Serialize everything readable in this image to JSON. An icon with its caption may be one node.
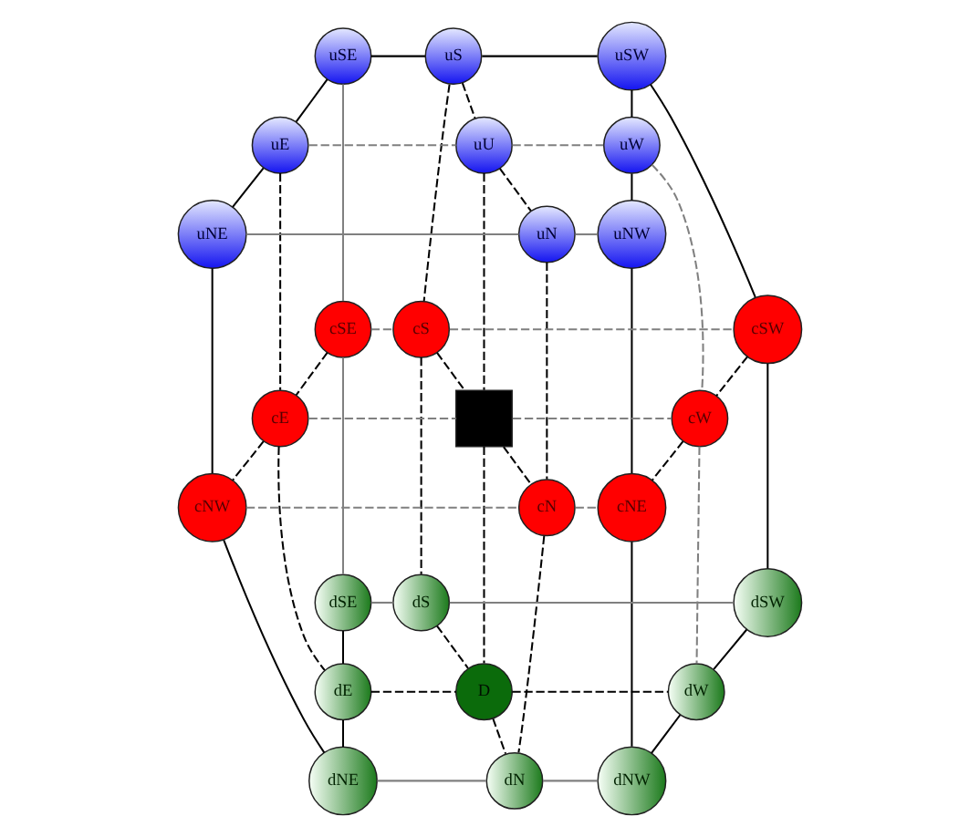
{
  "diagram": {
    "nodes": [
      {
        "text": [
          "uSE"
        ]
      },
      {
        "text": [
          "uS"
        ]
      },
      {
        "text": [
          "uSW"
        ]
      },
      {
        "text": [
          "uE"
        ]
      },
      {
        "text": [
          "uU"
        ]
      },
      {
        "text": [
          "uW"
        ]
      },
      {
        "text": [
          "uNE"
        ]
      },
      {
        "text": [
          "uN"
        ]
      },
      {
        "text": [
          "uNW"
        ]
      },
      {
        "text": [
          "cSE"
        ]
      },
      {
        "text": [
          "cS"
        ]
      },
      {
        "text": [
          "cSW"
        ]
      },
      {
        "text": [
          "cE"
        ]
      },
      {
        "text": [],
        "shape": "box"
      },
      {
        "text": [
          "cW"
        ]
      },
      {
        "text": [
          "cNW"
        ]
      },
      {
        "text": [
          "cN"
        ]
      },
      {
        "text": [
          "cNE"
        ]
      },
      {
        "text": [
          "dSE"
        ]
      },
      {
        "text": [
          "dS"
        ]
      },
      {
        "text": [
          "dSW"
        ]
      },
      {
        "text": [
          "dE"
        ]
      },
      {
        "text": [
          "D"
        ]
      },
      {
        "text": [
          "dW"
        ]
      },
      {
        "text": [
          "dNE"
        ]
      },
      {
        "text": [
          "dN"
        ]
      },
      {
        "text": [
          "dNW"
        ]
      }
    ],
    "edges": [
      {
        "from": 0,
        "to": 1,
        "arrow": "none"
      },
      {
        "from": 1,
        "to": 2,
        "arrow": "none"
      },
      {
        "from": 3,
        "to": 4,
        "arrow": "none",
        "style": "dashed",
        "color": "#808080"
      },
      {
        "from": 4,
        "to": 5,
        "arrow": "none",
        "style": "dashed",
        "color": "#808080"
      },
      {
        "from": 6,
        "to": 7,
        "arrow": "none",
        "color": "#808080"
      },
      {
        "from": 7,
        "to": 8,
        "arrow": "none",
        "color": "#808080"
      },
      {
        "from": 0,
        "to": 3,
        "arrow": "none"
      },
      {
        "from": 3,
        "to": 6,
        "arrow": "none"
      },
      {
        "from": 1,
        "to": 4,
        "arrow": "none",
        "style": "dashed"
      },
      {
        "from": 4,
        "to": 7,
        "arrow": "none",
        "style": "dashed"
      },
      {
        "from": 2,
        "to": 5,
        "arrow": "none"
      },
      {
        "from": 5,
        "to": 8,
        "arrow": "none"
      },
      {
        "from": 0,
        "to": 9,
        "arrow": "none",
        "color": "#808080"
      },
      {
        "from": 1,
        "to": 10,
        "arrow": "none",
        "style": "dashed"
      },
      {
        "from": 2,
        "to": 11,
        "arrow": "none"
      },
      {
        "from": 3,
        "to": 12,
        "arrow": "none",
        "style": "dashed"
      },
      {
        "from": 4,
        "to": 13,
        "arrow": "none",
        "style": "dashed"
      },
      {
        "from": 5,
        "to": 14,
        "arrow": "none",
        "style": "dashed",
        "color": "#808080"
      },
      {
        "from": 6,
        "to": 15,
        "arrow": "none"
      },
      {
        "from": 7,
        "to": 16,
        "arrow": "none",
        "style": "dashed"
      },
      {
        "from": 8,
        "to": 17,
        "arrow": "none"
      },
      {
        "from": 9,
        "to": 10,
        "arrow": "none",
        "style": "dashed",
        "color": "#808080"
      },
      {
        "from": 10,
        "to": 11,
        "arrow": "none",
        "style": "dashed",
        "color": "#808080"
      },
      {
        "from": 12,
        "to": 13,
        "arrow": "none",
        "style": "dashed",
        "color": "#808080"
      },
      {
        "from": 13,
        "to": 14,
        "arrow": "none",
        "style": "dashed",
        "color": "#808080"
      },
      {
        "from": 15,
        "to": 16,
        "arrow": "none",
        "style": "dashed",
        "color": "#808080"
      },
      {
        "from": 16,
        "to": 17,
        "arrow": "none",
        "style": "dashed",
        "color": "#808080"
      },
      {
        "from": 9,
        "to": 12,
        "arrow": "none",
        "style": "dashed"
      },
      {
        "from": 12,
        "to": 15,
        "arrow": "none",
        "style": "dashed"
      },
      {
        "from": 10,
        "to": 13,
        "arrow": "none",
        "style": "dashed"
      },
      {
        "from": 13,
        "to": 16,
        "arrow": "none",
        "style": "dashed"
      },
      {
        "from": 11,
        "to": 14,
        "arrow": "none",
        "style": "dashed"
      },
      {
        "from": 14,
        "to": 17,
        "arrow": "none",
        "style": "dashed"
      },
      {
        "from": 9,
        "to": 18,
        "arrow": "none",
        "color": "#808080"
      },
      {
        "from": 10,
        "to": 19,
        "arrow": "none",
        "style": "dashed"
      },
      {
        "from": 11,
        "to": 20,
        "arrow": "none"
      },
      {
        "from": 12,
        "to": 21,
        "arrow": "none",
        "style": "dashed"
      },
      {
        "from": 13,
        "to": 22,
        "arrow": "none",
        "style": "dashed"
      },
      {
        "from": 14,
        "to": 23,
        "arrow": "none",
        "style": "dashed",
        "color": "#808080"
      },
      {
        "from": 15,
        "to": 24,
        "arrow": "none"
      },
      {
        "from": 16,
        "to": 25,
        "arrow": "none",
        "style": "dashed"
      },
      {
        "from": 17,
        "to": 26,
        "arrow": "none"
      },
      {
        "from": 18,
        "to": 19,
        "arrow": "none",
        "color": "#808080"
      },
      {
        "from": 19,
        "to": 20,
        "arrow": "none",
        "color": "#808080"
      },
      {
        "from": 21,
        "to": 22,
        "arrow": "none",
        "style": "dashed"
      },
      {
        "from": 22,
        "to": 23,
        "arrow": "none",
        "style": "dashed"
      },
      {
        "from": 24,
        "to": 25,
        "arrow": "none",
        "color": "#808080"
      },
      {
        "from": 25,
        "to": 26,
        "arrow": "none",
        "color": "#808080"
      },
      {
        "from": 18,
        "to": 21,
        "arrow": "none"
      },
      {
        "from": 21,
        "to": 24,
        "arrow": "none"
      },
      {
        "from": 19,
        "to": 22,
        "arrow": "none",
        "style": "dashed"
      },
      {
        "from": 22,
        "to": 25,
        "arrow": "none",
        "style": "dashed"
      },
      {
        "from": 20,
        "to": 23,
        "arrow": "none"
      },
      {
        "from": 23,
        "to": 26,
        "arrow": "none"
      }
    ]
  }
}
